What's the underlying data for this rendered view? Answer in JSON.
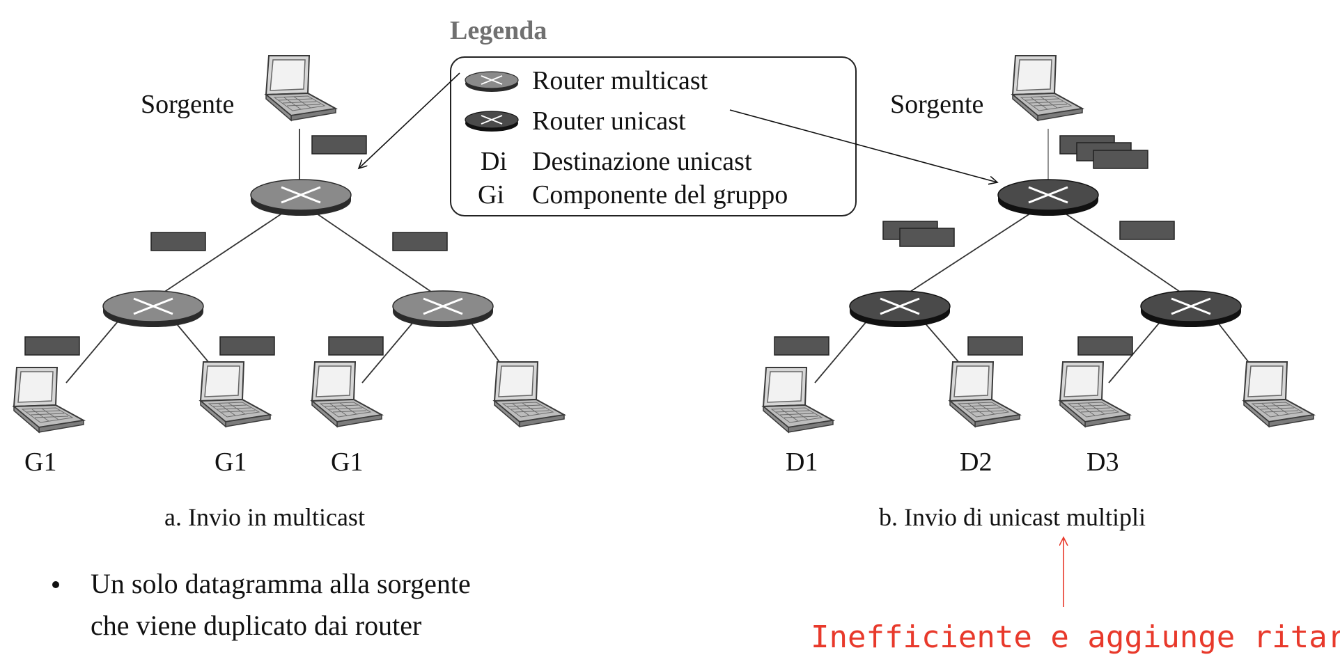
{
  "legend": {
    "title": "Legenda",
    "items": [
      {
        "symbol": "router-multicast",
        "label": "Router multicast"
      },
      {
        "symbol": "router-unicast",
        "label": "Router unicast"
      },
      {
        "symbol": "Di",
        "label": "Destinazione unicast"
      },
      {
        "symbol": "Gi",
        "label": "Componente del gruppo"
      }
    ]
  },
  "diagram_a": {
    "source_label": "Sorgente",
    "host_labels": [
      "G1",
      "G1",
      "G1"
    ],
    "caption": "a. Invio in multicast"
  },
  "diagram_b": {
    "source_label": "Sorgente",
    "host_labels": [
      "D1",
      "D2",
      "D3"
    ],
    "caption": "b. Invio di unicast multipli"
  },
  "bullet": {
    "line1": "Un solo datagramma alla sorgente",
    "line2": "che viene duplicato dai router"
  },
  "annotation": "Inefficiente e aggiunge ritardi",
  "colors": {
    "router_multicast": "#8a8a8a",
    "router_unicast": "#4a4a4a",
    "packet": "#555555",
    "annotation": "#e8392b",
    "legend_title": "#707070"
  }
}
